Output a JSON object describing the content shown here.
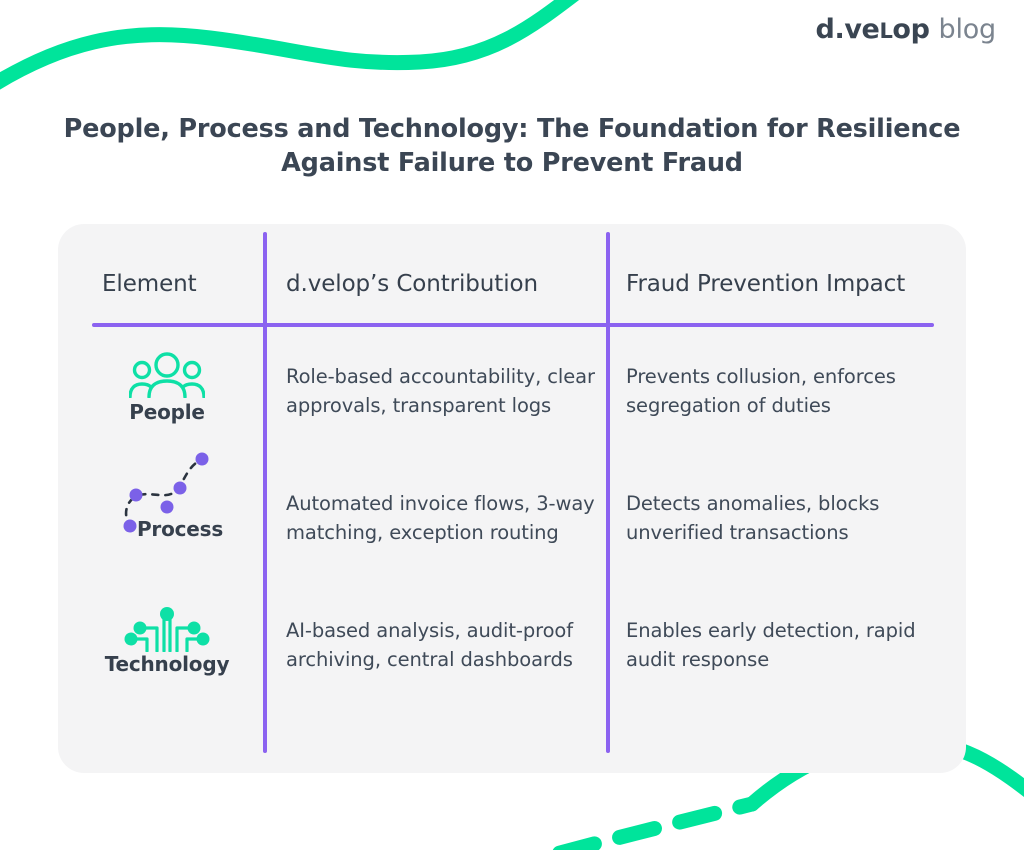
{
  "brand": {
    "logo_mark_pre": "d.ve",
    "logo_mark_smallcap": "L",
    "logo_mark_post": "op",
    "logo_word": "blog",
    "accent_green": "#00e49b",
    "accent_purple": "#8b62f0",
    "text_dark": "#36404d",
    "card_bg": "#f4f4f5",
    "page_bg": "#ffffff"
  },
  "title": "People, Process and Technology: The Foundation for Resilience Against Failure to Prevent Fraud",
  "table": {
    "headers": [
      "Element",
      "d.velop’s Contribution",
      "Fraud Prevention Impact"
    ],
    "rows": [
      {
        "icon": "people-icon",
        "element": "People",
        "contribution": "Role-based accountability, clear approvals, transparent logs",
        "impact": "Prevents collusion, enforces segregation of duties"
      },
      {
        "icon": "process-icon",
        "element": "Process",
        "contribution": "Automated invoice flows, 3-way matching, exception routing",
        "impact": "Detects anomalies, blocks unverified transactions"
      },
      {
        "icon": "technology-icon",
        "element": "Technology",
        "contribution": "AI-based analysis, audit-proof archiving, central dashboards",
        "impact": "Enables early detection, rapid audit response"
      }
    ]
  },
  "decorations": {
    "top_wave": "green-wave-top-left",
    "bottom_wave": "green-dashed-wave-bottom-right"
  }
}
